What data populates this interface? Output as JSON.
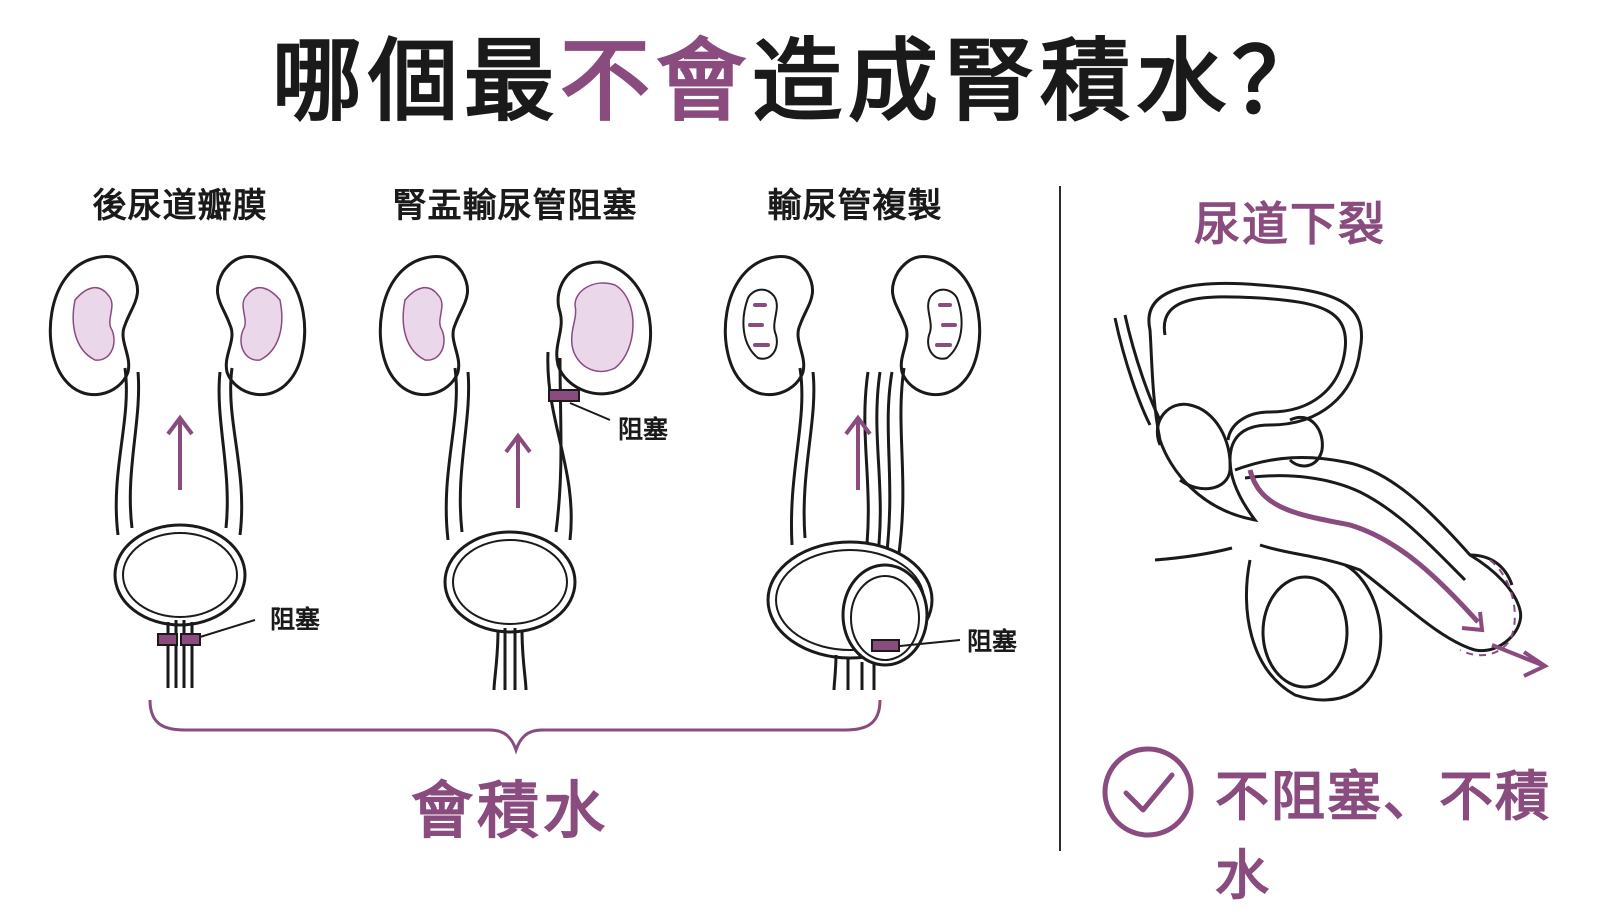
{
  "title": {
    "part1": "哪個最",
    "part2": "不會",
    "part3": "造成腎積水？"
  },
  "conditions": [
    {
      "label": "後尿道瓣膜"
    },
    {
      "label": "腎盂輸尿管阻塞"
    },
    {
      "label": "輸尿管複製"
    }
  ],
  "blockage_label": "阻塞",
  "result_hydronephrosis": "會積水",
  "hypospadias": {
    "label": "尿道下裂",
    "result": "不阻塞、不積水"
  },
  "colors": {
    "accent": "#8a4b7f",
    "tissue": "#ead7ea",
    "line": "#1a1a1a"
  },
  "icons": [
    "up-arrow-icon",
    "check-circle-icon",
    "blockage-marker"
  ]
}
